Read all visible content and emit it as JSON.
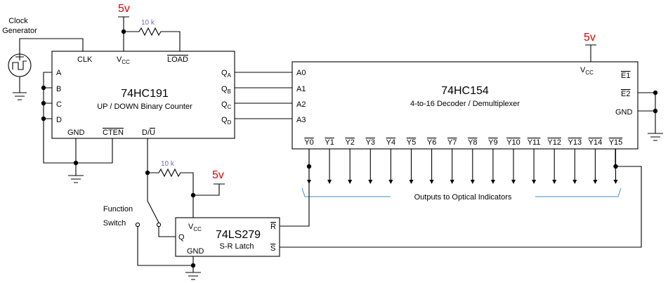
{
  "clock": {
    "label_line1": "Clock",
    "label_line2": "Generator"
  },
  "power": {
    "label": "5v"
  },
  "resistor": {
    "label": "10 k"
  },
  "counter": {
    "name": "74HC191",
    "description": "UP / DOWN  Binary Counter",
    "pins": {
      "clk": "CLK",
      "vcc": "V",
      "vcc_sub": "CC",
      "load": "LOAD",
      "a": "A",
      "b": "B",
      "c": "C",
      "d": "D",
      "gnd": "GND",
      "cten": "CTEN",
      "du_d": "D/",
      "du_u": "U",
      "q": "Q",
      "qa": "A",
      "qb": "B",
      "qc": "C",
      "qd": "D"
    }
  },
  "decoder": {
    "name": "74HC154",
    "description": "4-to-16 Decoder / Demultiplexer",
    "pins": {
      "a0": "A0",
      "a1": "A1",
      "a2": "A2",
      "a3": "A3",
      "vcc": "V",
      "vcc_sub": "CC",
      "e1": "E1",
      "e2": "E2",
      "gnd": "GND"
    },
    "outputs": [
      "Y0",
      "Y1",
      "Y2",
      "Y3",
      "Y4",
      "Y5",
      "Y6",
      "Y7",
      "Y8",
      "Y9",
      "Y10",
      "Y11",
      "Y12",
      "Y13",
      "Y14",
      "Y15"
    ]
  },
  "outputs_label": "Outputs to Optical Indicators",
  "function_switch": {
    "line1": "Function",
    "line2": "Switch"
  },
  "latch": {
    "name": "74LS279",
    "description": "S-R Latch",
    "pins": {
      "vcc": "V",
      "vcc_sub": "CC",
      "q": "Q",
      "gnd": "GND",
      "r": "R",
      "s": "S"
    }
  }
}
